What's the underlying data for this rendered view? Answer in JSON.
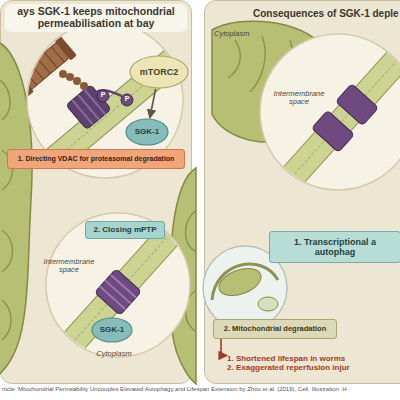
{
  "diagram": {
    "caption": "rticle: Mitochondrial Permeability Uncouples Elevated Autophagy and Lifespan Extension by Zhou et al. (2019), Cell. Illustration: H",
    "nodes": [
      {
        "text": [
          "ays SGK-1 keeps mitochondrial permeabilisation at bay"
        ]
      },
      {
        "text": [
          "mTORC2"
        ],
        "in": 0
      },
      {
        "text": [
          "SGK-1"
        ],
        "in": 0
      },
      {
        "text": [
          "1. Directing VDAC for proteasomal degradation"
        ],
        "in": 0
      },
      {
        "text": [
          "2. Closing mPTP"
        ],
        "in": 0
      },
      {
        "text": [
          "SGK-1"
        ],
        "in": 0
      },
      {
        "text": [
          "Consequences of SGK-1 deple"
        ]
      },
      {
        "text": [
          "1. Transcriptional a autophag"
        ],
        "in": 6
      },
      {
        "text": [
          "2. Mitochondrial degradation"
        ],
        "in": 6
      },
      {
        "text": [
          "1. Shortened lifespan in worms",
          "2. Exaggerated reperfusion injur"
        ],
        "in": 6
      }
    ],
    "edges": [
      {
        "from": 1,
        "to": 2,
        "arrow": "to"
      },
      {
        "from": 8,
        "to": 9,
        "arrow": "to"
      }
    ],
    "labels": [
      "P",
      "P",
      "Intermembrane space",
      "Cytoplasm",
      "Cytoplasm",
      "Intermembrane space"
    ]
  }
}
